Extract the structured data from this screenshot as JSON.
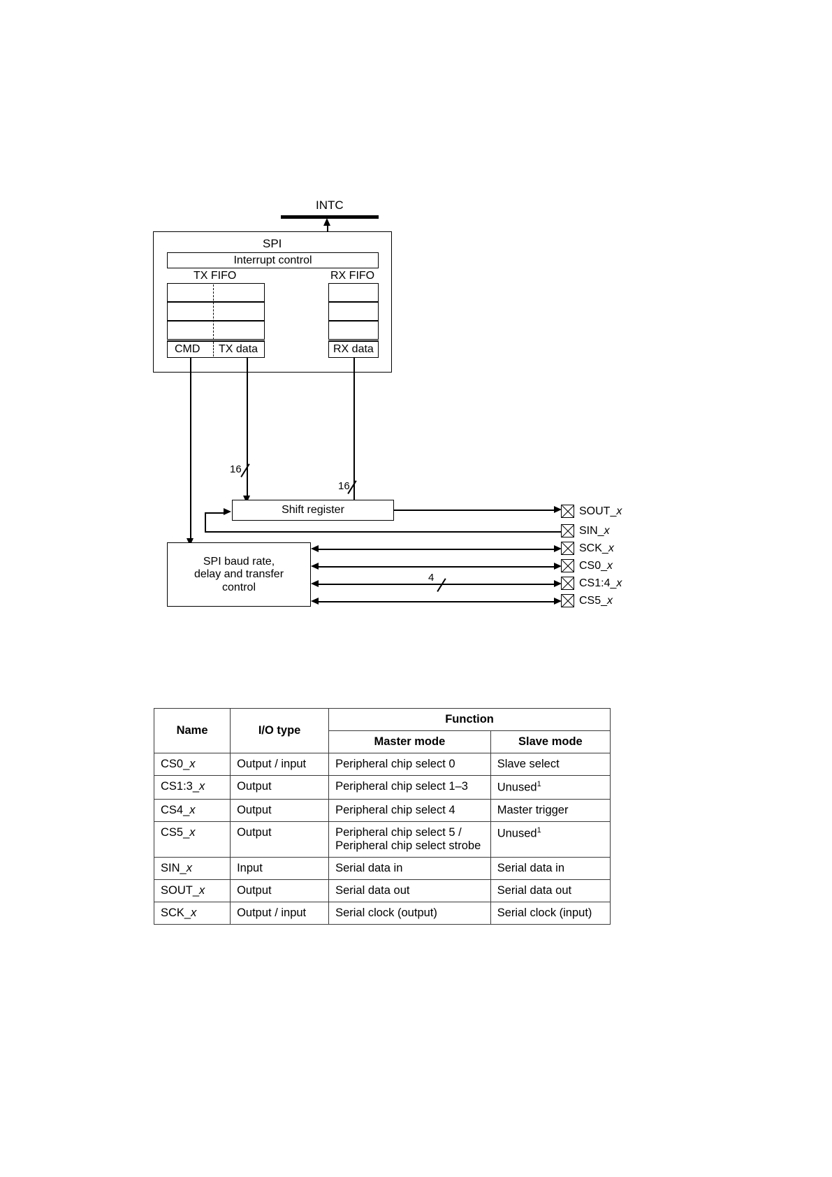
{
  "diagram": {
    "intc_bus_label": "INTC",
    "spi_block_label": "SPI",
    "interrupt_control_label": "Interrupt control",
    "tx_fifo_label": "TX FIFO",
    "rx_fifo_label": "RX FIFO",
    "cmd_cell_label": "CMD",
    "tx_data_cell_label": "TX data",
    "rx_data_cell_label": "RX data",
    "shift_register_label": "Shift register",
    "baud_block_label_line1": "SPI baud rate,",
    "baud_block_label_line2": "delay and transfer",
    "baud_block_label_line3": "control",
    "bus_width_tx": "16",
    "bus_width_rx": "16",
    "bus_width_cs": "4",
    "pins": [
      {
        "label_base": "SOUT",
        "label_suffix": "x",
        "label": "SOUT_x"
      },
      {
        "label_base": "SIN",
        "label_suffix": "x",
        "label": "SIN_x"
      },
      {
        "label_base": "SCK",
        "label_suffix": "x",
        "label": "SCK_x"
      },
      {
        "label_base": "CS0",
        "label_suffix": "x",
        "label": "CS0_x"
      },
      {
        "label_base": "CS1:4",
        "label_suffix": "x",
        "label": "CS1:4_x"
      },
      {
        "label_base": "CS5",
        "label_suffix": "x",
        "label": "CS5_x"
      }
    ]
  },
  "table": {
    "headers": {
      "name": "Name",
      "io_type": "I/O type",
      "function": "Function",
      "master_mode": "Master mode",
      "slave_mode": "Slave mode"
    },
    "rows": [
      {
        "name": "CS0_x",
        "io_type": "Output / input",
        "master": "Peripheral chip select 0",
        "slave": "Slave select",
        "slave_sup": ""
      },
      {
        "name": "CS1:3_x",
        "io_type": "Output",
        "master": "Peripheral chip select 1–3",
        "slave": "Unused",
        "slave_sup": "1"
      },
      {
        "name": "CS4_x",
        "io_type": "Output",
        "master": "Peripheral chip select 4",
        "slave": "Master trigger",
        "slave_sup": ""
      },
      {
        "name": "CS5_x",
        "io_type": "Output",
        "master": "Peripheral chip select 5 /\nPeripheral chip select strobe",
        "slave": "Unused",
        "slave_sup": "1"
      },
      {
        "name": "SIN_x",
        "io_type": "Input",
        "master": "Serial data in",
        "slave": "Serial data in",
        "slave_sup": ""
      },
      {
        "name": "SOUT_x",
        "io_type": "Output",
        "master": "Serial data out",
        "slave": "Serial data out",
        "slave_sup": ""
      },
      {
        "name": "SCK_x",
        "io_type": "Output / input",
        "master": "Serial clock (output)",
        "slave": "Serial clock (input)",
        "slave_sup": ""
      }
    ]
  }
}
